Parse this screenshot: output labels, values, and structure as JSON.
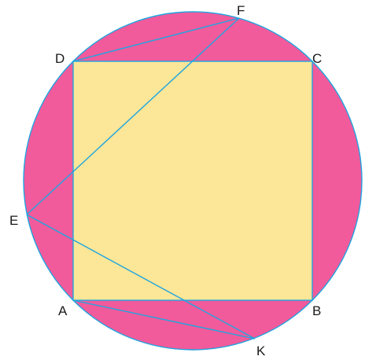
{
  "colors": {
    "circle_fill": "#F15A9B",
    "square_fill": "#FCE697",
    "line": "#1FA6E0",
    "text": "#1a1a1a"
  },
  "labels": {
    "A": "A",
    "B": "B",
    "C": "C",
    "D": "D",
    "E": "E",
    "F": "F",
    "K": "K"
  }
}
